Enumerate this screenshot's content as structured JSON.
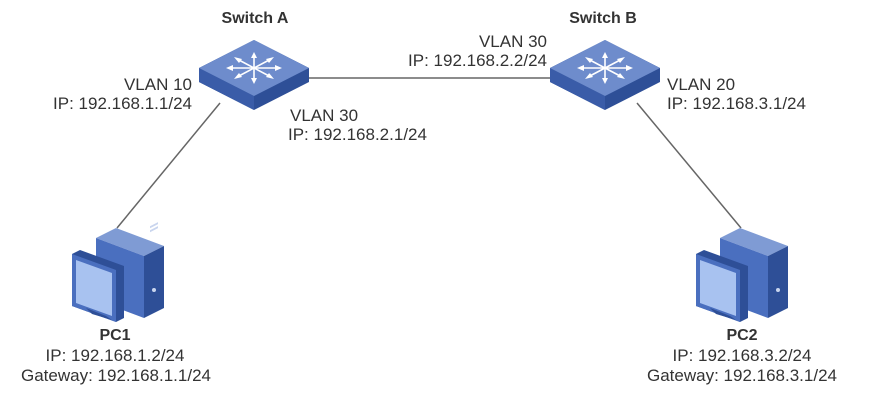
{
  "colors": {
    "device_light": "#7f9bd4",
    "device_main": "#4a6fbf",
    "device_dark": "#2e4f97",
    "link": "#666666",
    "text": "#333333"
  },
  "nodes": {
    "switch_a": {
      "name": "Switch A",
      "icon": "switch-icon"
    },
    "switch_b": {
      "name": "Switch B",
      "icon": "switch-icon"
    },
    "pc1": {
      "name": "PC1",
      "icon": "pc-icon",
      "ip": "IP: 192.168.1.2/24",
      "gateway": "Gateway: 192.168.1.1/24"
    },
    "pc2": {
      "name": "PC2",
      "icon": "pc-icon",
      "ip": "IP: 192.168.3.2/24",
      "gateway": "Gateway: 192.168.3.1/24"
    }
  },
  "interfaces": {
    "a_vlan10": {
      "vlan": "VLAN 10",
      "ip": "IP: 192.168.1.1/24"
    },
    "a_vlan30": {
      "vlan": "VLAN 30",
      "ip": "IP: 192.168.2.1/24"
    },
    "b_vlan30": {
      "vlan": "VLAN 30",
      "ip": "IP: 192.168.2.2/24"
    },
    "b_vlan20": {
      "vlan": "VLAN 20",
      "ip": "IP: 192.168.3.1/24"
    }
  },
  "links": [
    {
      "from": "Switch A",
      "to": "PC1"
    },
    {
      "from": "Switch A",
      "to": "Switch B"
    },
    {
      "from": "Switch B",
      "to": "PC2"
    }
  ]
}
